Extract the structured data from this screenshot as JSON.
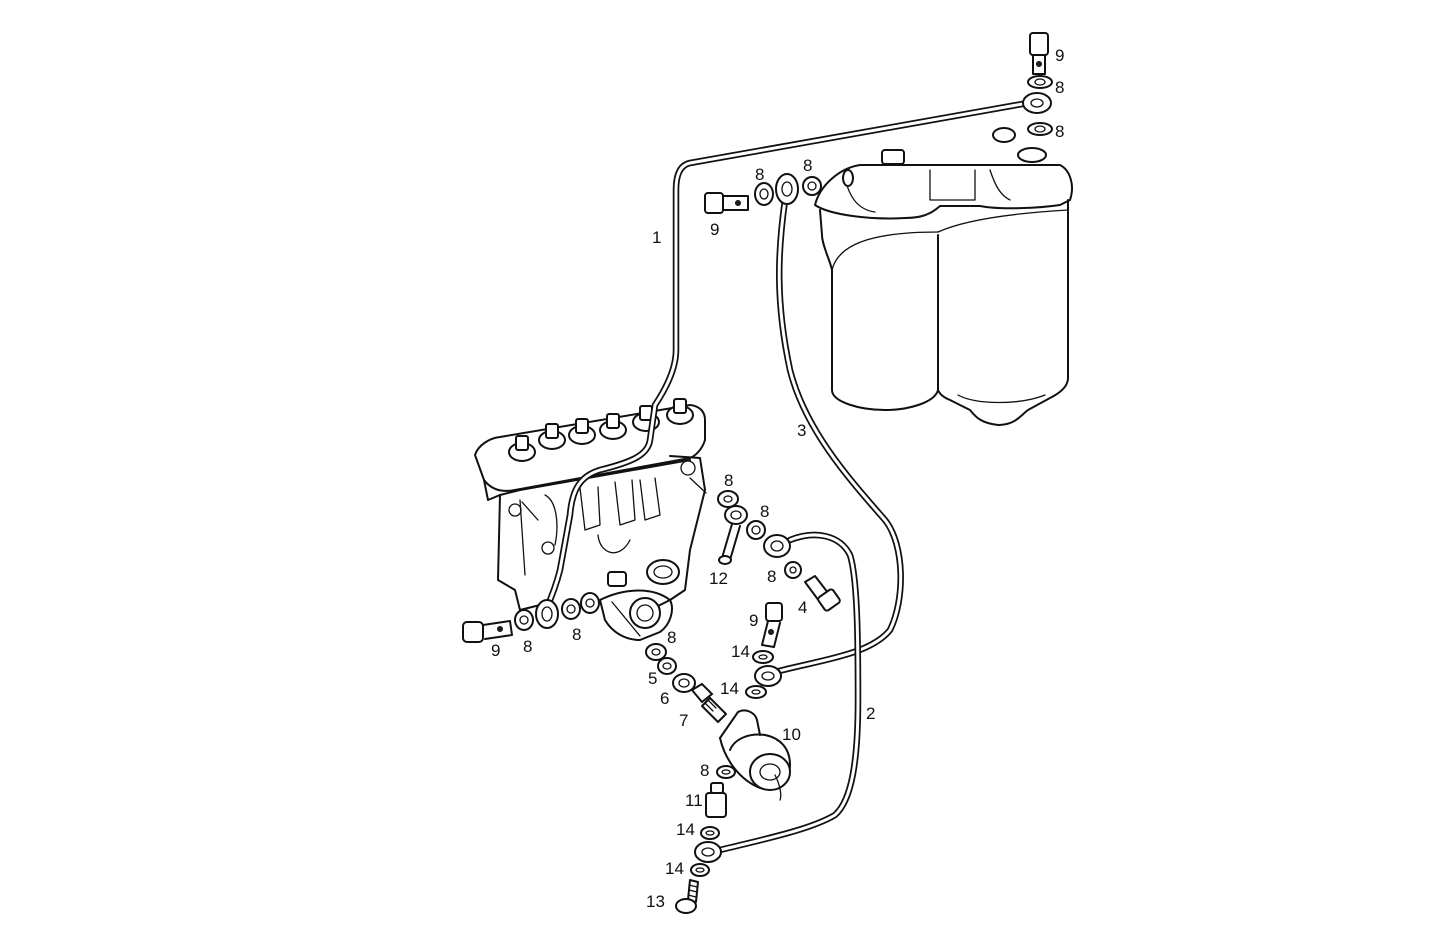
{
  "diagram": {
    "callouts": [
      {
        "id": "c9-top",
        "label": "9"
      },
      {
        "id": "c8-top-a",
        "label": "8"
      },
      {
        "id": "c8-top-b",
        "label": "8"
      },
      {
        "id": "c8-mid-a",
        "label": "8"
      },
      {
        "id": "c8-mid-b",
        "label": "8"
      },
      {
        "id": "c9-mid",
        "label": "9"
      },
      {
        "id": "c1",
        "label": "1"
      },
      {
        "id": "c3",
        "label": "3"
      },
      {
        "id": "c8-r1",
        "label": "8"
      },
      {
        "id": "c8-r2",
        "label": "8"
      },
      {
        "id": "c12",
        "label": "12"
      },
      {
        "id": "c8-r3",
        "label": "8"
      },
      {
        "id": "c4",
        "label": "4"
      },
      {
        "id": "c9-r",
        "label": "9"
      },
      {
        "id": "c14-a",
        "label": "14"
      },
      {
        "id": "c14-b",
        "label": "14"
      },
      {
        "id": "c2",
        "label": "2"
      },
      {
        "id": "c10",
        "label": "10"
      },
      {
        "id": "c9-left",
        "label": "9"
      },
      {
        "id": "c8-left-a",
        "label": "8"
      },
      {
        "id": "c8-left-b",
        "label": "8"
      },
      {
        "id": "c8-low",
        "label": "8"
      },
      {
        "id": "c5",
        "label": "5"
      },
      {
        "id": "c6",
        "label": "6"
      },
      {
        "id": "c7",
        "label": "7"
      },
      {
        "id": "c8-bottom",
        "label": "8"
      },
      {
        "id": "c11",
        "label": "11"
      },
      {
        "id": "c14-c",
        "label": "14"
      },
      {
        "id": "c14-d",
        "label": "14"
      },
      {
        "id": "c13",
        "label": "13"
      }
    ]
  }
}
